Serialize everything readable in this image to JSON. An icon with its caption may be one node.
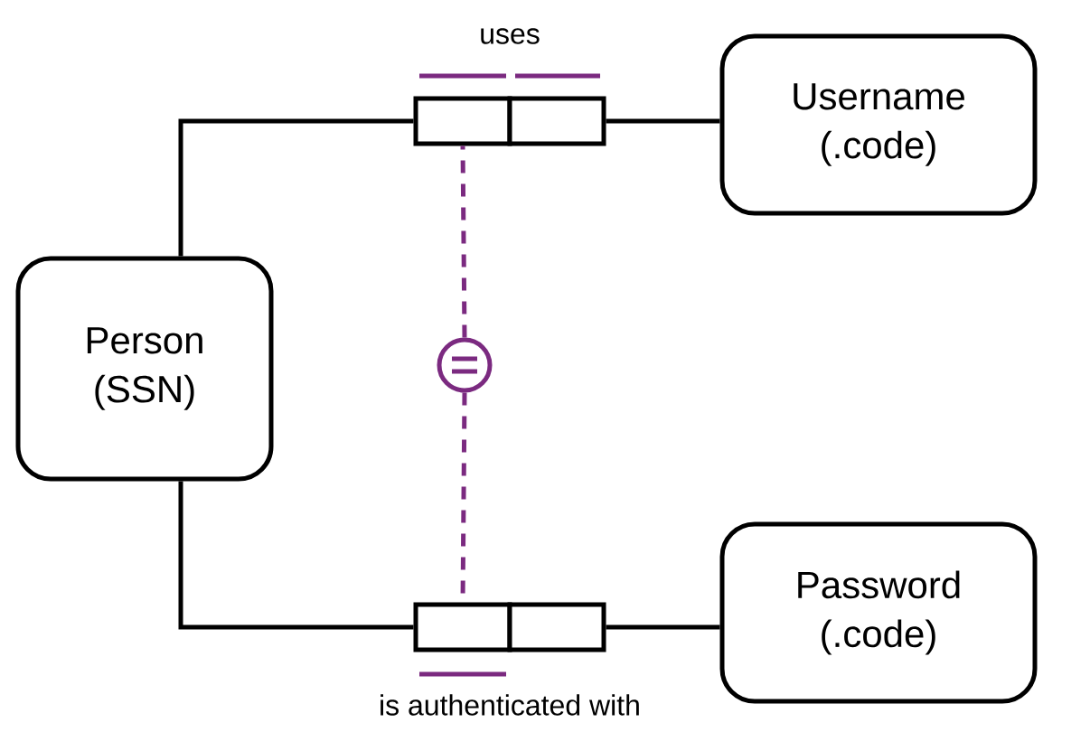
{
  "diagram": {
    "nodes": [
      {
        "text": [
          "Person",
          "(SSN)"
        ]
      },
      {
        "text": [
          "Username",
          "(.code)"
        ]
      },
      {
        "text": [
          "Password",
          "(.code)"
        ]
      },
      {
        "text": [],
        "shape": "box"
      },
      {
        "text": [],
        "shape": "box"
      },
      {
        "text": [],
        "shape": "box"
      },
      {
        "text": [],
        "shape": "box"
      },
      {
        "text": [],
        "shape": "circle"
      }
    ],
    "edges": [
      {
        "from": 0,
        "to": 3,
        "arrow": "none"
      },
      {
        "from": 4,
        "to": 1,
        "arrow": "none"
      },
      {
        "from": 0,
        "to": 5,
        "arrow": "none"
      },
      {
        "from": 6,
        "to": 2,
        "arrow": "none"
      },
      {
        "from": 7,
        "to": 3,
        "arrow": "none",
        "style": "dashed",
        "color": "#7b2a80"
      },
      {
        "from": 7,
        "to": 5,
        "arrow": "none",
        "style": "dashed",
        "color": "#7b2a80"
      }
    ],
    "labels": [
      "uses",
      "is authenticated with"
    ]
  }
}
